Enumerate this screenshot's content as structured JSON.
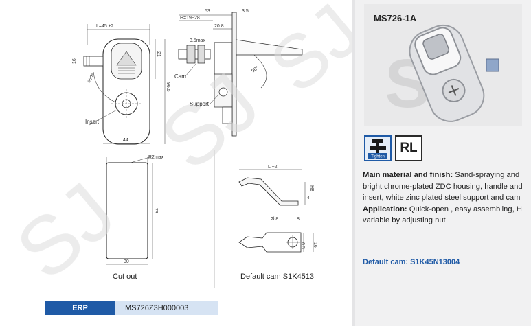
{
  "product": {
    "model": "MS726-1A",
    "badges": {
      "tighten_text": "Tighten",
      "rl_text": "RL"
    },
    "main_material_label": "Main material and finish:",
    "main_material_text": " Sand-spraying and bright chrome-plated ZDC housing, handle and insert, white zinc plated steel support and cam",
    "application_label": "Application:",
    "application_text": " Quick-open , easy assembling, H variable by adjusting nut",
    "default_cam_line": "Default cam: S1K45N13004"
  },
  "drawing": {
    "front": {
      "dim_width_top": "L=45 ±2",
      "dim_21": "21",
      "dim_16": "16",
      "dim_height": "96.5",
      "dim_angle": "360°",
      "dim_width_bottom": "44",
      "label_insert": "Insert"
    },
    "side": {
      "dim_53": "53",
      "dim_3_5": "3.5",
      "dim_h": "H=19~28",
      "dim_20_8": "20.8",
      "dim_3_5_max": "3.5max",
      "dim_angle": "90°",
      "label_cam": "Cam",
      "label_support": "Support"
    },
    "cutout": {
      "dim_r": "R2max",
      "dim_73": "73",
      "dim_30": "30",
      "caption": "Cut out"
    },
    "cam": {
      "dim_l": "L +2",
      "dim_h": "4",
      "dim_h_label": "8H",
      "dim_phi8": "Ø 8",
      "dim_8": "8",
      "dim_6_5": "6.5",
      "dim_16": "16",
      "caption": "Default cam S1K4513"
    }
  },
  "erp": {
    "label": "ERP",
    "code": "MS726Z3H000003"
  },
  "watermark": {
    "text": "SJ"
  },
  "colors": {
    "accent_blue": "#1f5aa6",
    "erp_light": "#d6e3f3",
    "panel_gray": "#f1f1f2"
  }
}
